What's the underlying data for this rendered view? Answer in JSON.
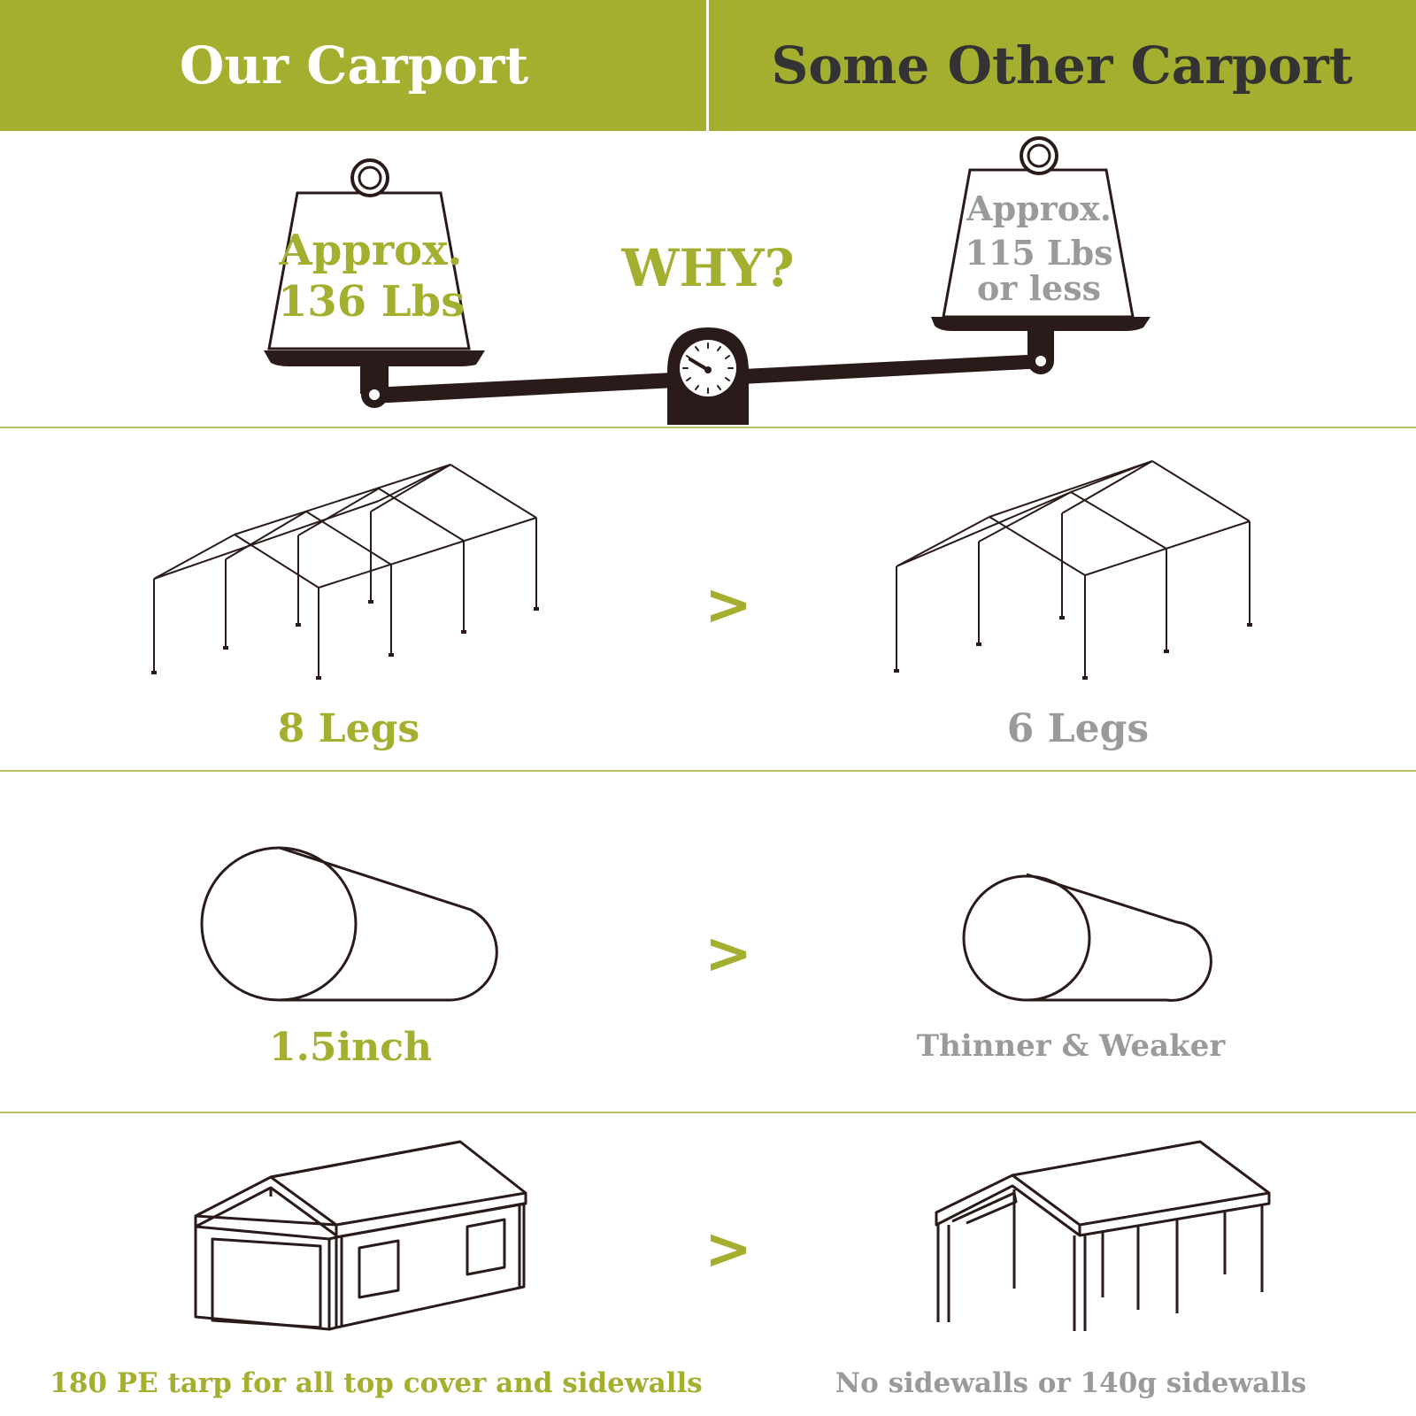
{
  "header": {
    "left_title": "Our Carport",
    "right_title": "Some Other Carport",
    "color": "#a4ae2f"
  },
  "scale": {
    "question": "WHY?",
    "ours": {
      "line1": "Approx.",
      "line2": "136 Lbs"
    },
    "theirs": {
      "line1": "Approx.",
      "line2": "115 Lbs",
      "line3": "or less"
    }
  },
  "comparisons": [
    {
      "ours": "8 Legs",
      "symbol": ">",
      "theirs": "6 Legs"
    },
    {
      "ours": "1.5inch",
      "symbol": ">",
      "theirs": "Thinner & Weaker"
    },
    {
      "ours": "180 PE tarp for all top cover and sidewalls",
      "symbol": ">",
      "theirs": "No sidewalls or 140g sidewalls"
    }
  ],
  "colors": {
    "accent": "#a4ae2f",
    "muted": "#9a9a9a",
    "ink": "#2a1a1a"
  }
}
